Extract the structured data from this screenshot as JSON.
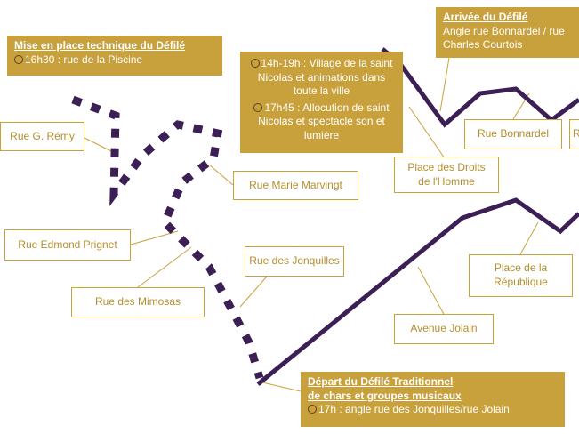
{
  "colors": {
    "gold": "#c8a13c",
    "route": "#3b1f55"
  },
  "setup": {
    "title": "Mise en place technique du Défilé",
    "time_text": "16h30 : rue de la Piscine"
  },
  "village": {
    "line1": "14h-19h : Village de la saint Nicolas et animations dans toute la ville",
    "line2": "17h45 : Allocution de saint Nicolas et spectacle son et lumière"
  },
  "arrival": {
    "title": "Arrivée du Défilé",
    "text": "Angle rue Bonnardel / rue Charles Courtois"
  },
  "departure": {
    "title1": "Départ du Défilé Traditionnel",
    "title2": "de chars et groupes musicaux",
    "time_text": "17h : angle rue des Jonquilles/rue Jolain"
  },
  "streets": {
    "g_remy": "Rue G. Rémy",
    "edmond_prignet": "Rue Edmond Prignet",
    "mimosas": "Rue des Mimosas",
    "marie_marvingt": "Rue Marie Marvingt",
    "jonquilles": "Rue des Jonquilles",
    "droits_homme": "Place des Droits de l'Homme",
    "bonnardel": "Rue Bonnardel",
    "partial": "R",
    "republique": "Place de la République",
    "jolain": "Avenue Jolain"
  }
}
